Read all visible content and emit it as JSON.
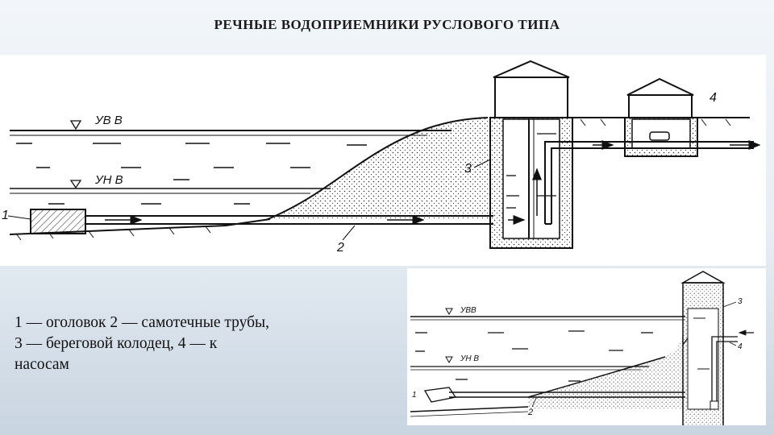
{
  "slide": {
    "title": "РЕЧНЫЕ ВОДОПРИЕМНИКИ РУСЛОВОГО ТИПА"
  },
  "main_diagram": {
    "labels": {
      "high_level": "УВ В",
      "low_level": "УН В",
      "callout_1": "1",
      "callout_2": "2",
      "callout_3": "3",
      "callout_4": "4"
    }
  },
  "caption": {
    "lines": [
      "1 — оголовок 2 — самотечные трубы,",
      "3 — береговой колодец, 4 — к",
      "насосам"
    ]
  },
  "inset_diagram": {
    "labels": {
      "high_level": "УВВ",
      "low_level": "УН В",
      "callout_1": "1",
      "callout_2": "2",
      "callout_3": "3",
      "callout_4": "4"
    }
  }
}
